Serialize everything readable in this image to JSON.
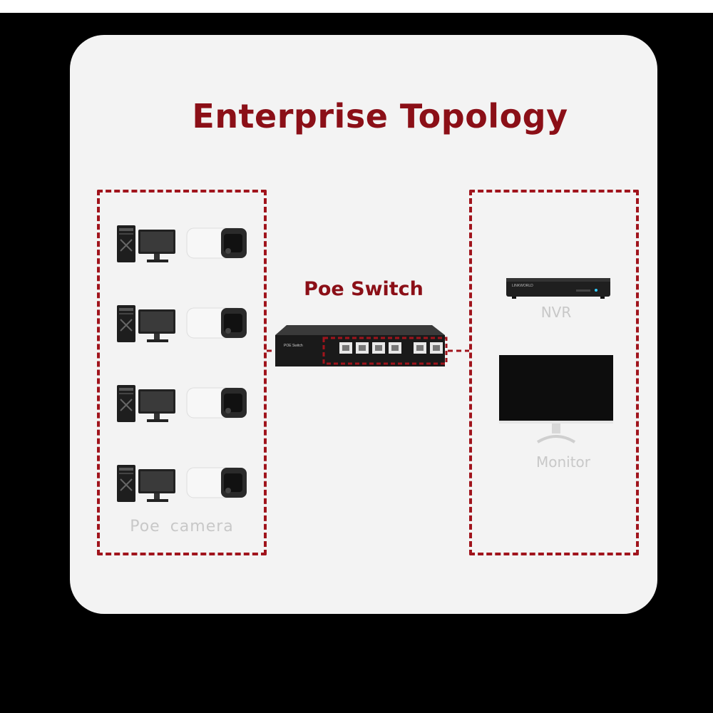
{
  "title": "Enterprise Topology",
  "switch": {
    "label": "Poe Switch",
    "brand_text": "POE  Switch"
  },
  "cameras": {
    "label": "Poe  camera",
    "count": 4
  },
  "nvr": {
    "label": "NVR",
    "brand_text": "LINKWORLD"
  },
  "monitor": {
    "label": "Monitor"
  },
  "colors": {
    "accent": "#8b0f17",
    "dashed": "#a0141c",
    "card": "#f3f3f3",
    "muted_label": "#c8c8c8"
  }
}
